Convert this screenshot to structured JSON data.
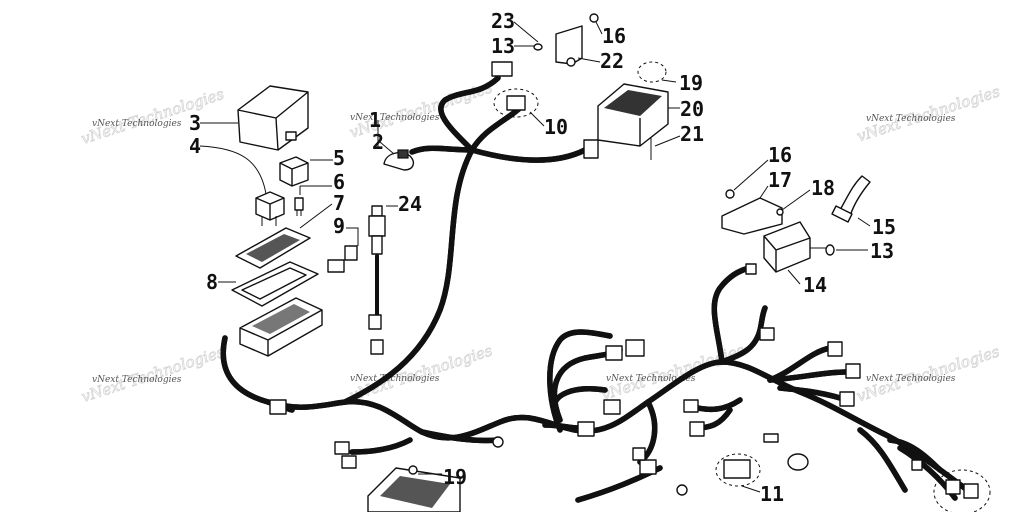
{
  "callouts": [
    {
      "id": "c1",
      "text": "1"
    },
    {
      "id": "c2",
      "text": "2"
    },
    {
      "id": "c3",
      "text": "3"
    },
    {
      "id": "c4",
      "text": "4"
    },
    {
      "id": "c5",
      "text": "5"
    },
    {
      "id": "c6",
      "text": "6"
    },
    {
      "id": "c7",
      "text": "7"
    },
    {
      "id": "c8",
      "text": "8"
    },
    {
      "id": "c9",
      "text": "9"
    },
    {
      "id": "c10",
      "text": "10"
    },
    {
      "id": "c11",
      "text": "11"
    },
    {
      "id": "c13a",
      "text": "13"
    },
    {
      "id": "c13b",
      "text": "13"
    },
    {
      "id": "c14",
      "text": "14"
    },
    {
      "id": "c15",
      "text": "15"
    },
    {
      "id": "c16a",
      "text": "16"
    },
    {
      "id": "c16b",
      "text": "16"
    },
    {
      "id": "c17",
      "text": "17"
    },
    {
      "id": "c18",
      "text": "18"
    },
    {
      "id": "c19a",
      "text": "19"
    },
    {
      "id": "c19b",
      "text": "19"
    },
    {
      "id": "c20",
      "text": "20"
    },
    {
      "id": "c21",
      "text": "21"
    },
    {
      "id": "c22",
      "text": "22"
    },
    {
      "id": "c23",
      "text": "23"
    },
    {
      "id": "c24",
      "text": "24"
    }
  ],
  "watermark": {
    "text": "vNext Technologies"
  }
}
